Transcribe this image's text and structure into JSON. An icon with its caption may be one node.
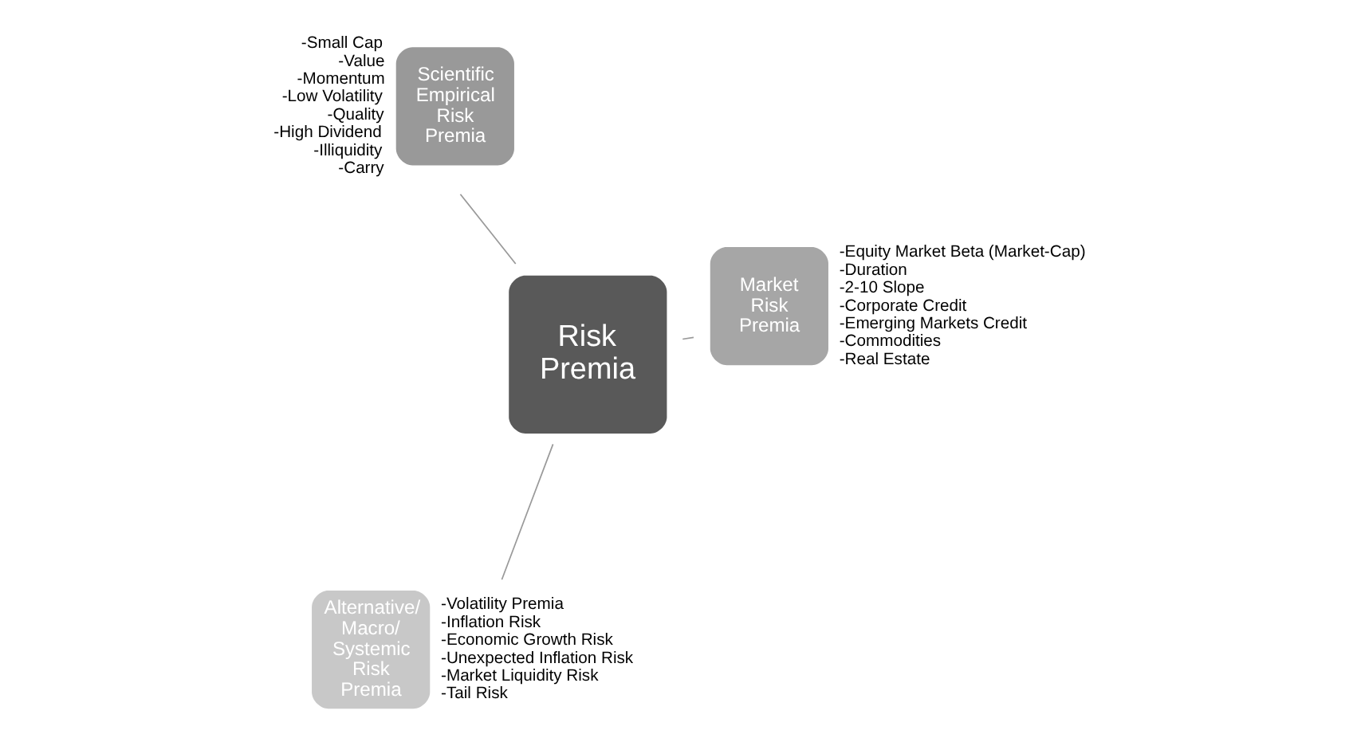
{
  "diagram": {
    "nodes": [
      {
        "text": [
          "Risk Premia"
        ]
      },
      {
        "text": [
          "Market Risk Premia"
        ],
        "beside": [
          "-Equity Market Beta (Market-Cap)",
          "-Duration",
          "-2-10 Slope",
          "-Corporate Credit",
          "-Emerging Markets Credit",
          "-Commodities",
          "-Real Estate"
        ]
      },
      {
        "text": [
          "Alternative/ Macro/ Systemic Risk Premia"
        ],
        "beside": [
          "-Volatility Premia",
          "-Inflation Risk",
          "-Economic Growth Risk",
          "-Unexpected Inflation Risk",
          "-Market Liquidity Risk",
          "-Tail Risk"
        ]
      },
      {
        "text": [
          "Scientific Empirical Risk Premia"
        ],
        "beside": [
          "-Small Cap",
          "-Value",
          "-Momentum",
          "-Low Volatility",
          "-Quality",
          "-High Dividend",
          "-Illiquidity",
          "-Carry"
        ]
      }
    ],
    "edges": [
      {
        "from": 0,
        "to": 1,
        "arrow": "none"
      },
      {
        "from": 0,
        "to": 2,
        "arrow": "none"
      },
      {
        "from": 0,
        "to": 3,
        "arrow": "none"
      }
    ]
  }
}
